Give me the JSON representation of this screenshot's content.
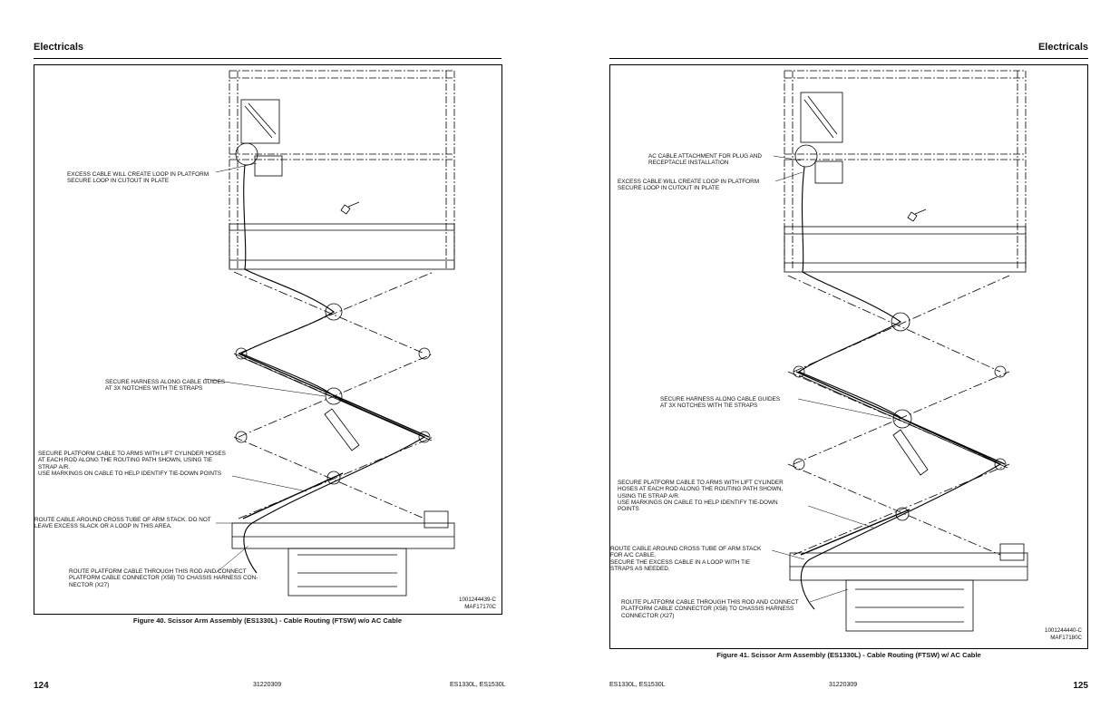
{
  "left_page": {
    "section_title": "Electricals",
    "callouts": [
      "EXCESS CABLE WILL CREATE LOOP IN PLATFORM\nSECURE LOOP IN CUTOUT IN PLATE",
      "SECURE HARNESS ALONG CABLE GUIDES\nAT 3X NOTCHES WITH TIE STRAPS",
      "SECURE PLATFORM CABLE TO ARMS WITH LIFT CYLINDER HOSES\nAT EACH ROD ALONG THE ROUTING PATH SHOWN, USING TIE\nSTRAP A/R.\nUSE MARKINGS ON CABLE TO HELP IDENTIFY TIE-DOWN POINTS",
      "ROUTE CABLE AROUND CROSS TUBE OF ARM STACK. DO NOT\nLEAVE EXCESS SLACK OR A LOOP IN THIS AREA.",
      "ROUTE PLATFORM CABLE THROUGH THIS ROD AND CONNECT\nPLATFORM CABLE CONNECTOR (X58) TO CHASSIS HARNESS CON-\nNECTOR (X27)"
    ],
    "doc_id": "1001244439-C\nMAF17170C",
    "caption": "Figure 40. Scissor Arm Assembly (ES1330L) - Cable Routing (FTSW) w/o AC Cable",
    "page_number": "124",
    "doc_number": "31220309",
    "models": "ES1330L, ES1530L"
  },
  "right_page": {
    "section_title": "Electricals",
    "callouts": [
      "AC CABLE ATTACHMENT FOR PLUG AND\nRECEPTACLE INSTALLATION",
      "EXCESS CABLE WILL CREATE LOOP IN PLATFORM\nSECURE LOOP IN CUTOUT IN PLATE",
      "SECURE HARNESS ALONG CABLE GUIDES\nAT 3X NOTCHES WITH TIE STRAPS",
      "SECURE PLATFORM CABLE TO ARMS WITH LIFT CYLINDER\nHOSES AT EACH ROD ALONG THE ROUTING PATH SHOWN,\nUSING TIE STRAP A/R.\nUSE MARKINGS ON CABLE TO HELP IDENTIFY TIE-DOWN\nPOINTS",
      "ROUTE CABLE AROUND CROSS TUBE OF ARM STACK\nFOR A/C CABLE,\nSECURE THE EXCESS CABLE IN A LOOP WITH TIE\nSTRAPS AS NEEDED.",
      "ROUTE PLATFORM CABLE THROUGH THIS ROD AND CONNECT\nPLATFORM CABLE CONNECTOR (X58) TO CHASSIS HARNESS\nCONNECTOR (X27)"
    ],
    "doc_id": "1001244440-C\nMAF17180C",
    "caption": "Figure 41. Scissor Arm Assembly (ES1330L) - Cable Routing (FTSW) w/ AC Cable",
    "page_number": "125",
    "doc_number": "31220309",
    "models": "ES1330L, ES1530L"
  }
}
